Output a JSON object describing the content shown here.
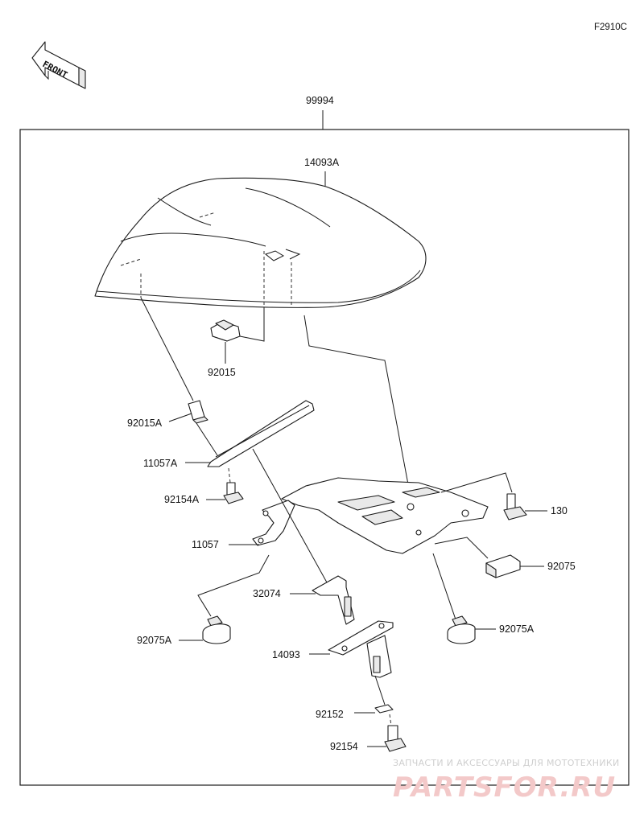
{
  "diagram_code": "F2910C",
  "front_label": "FRONT",
  "assembly_number": "99994",
  "parts": {
    "p14093A": "14093A",
    "p92015": "92015",
    "p92015A": "92015A",
    "p11057A": "11057A",
    "p92154A": "92154A",
    "p11057": "11057",
    "p130": "130",
    "p92075": "92075",
    "p32074": "32074",
    "p92075A_left": "92075A",
    "p92075A_right": "92075A",
    "p14093": "14093",
    "p92152": "92152",
    "p92154": "92154"
  },
  "watermark": {
    "tagline": "ЗАПЧАСТИ И АКСЕССУАРЫ ДЛЯ МОТОТЕХНИКИ",
    "brand": "PARTSFOR.RU"
  }
}
